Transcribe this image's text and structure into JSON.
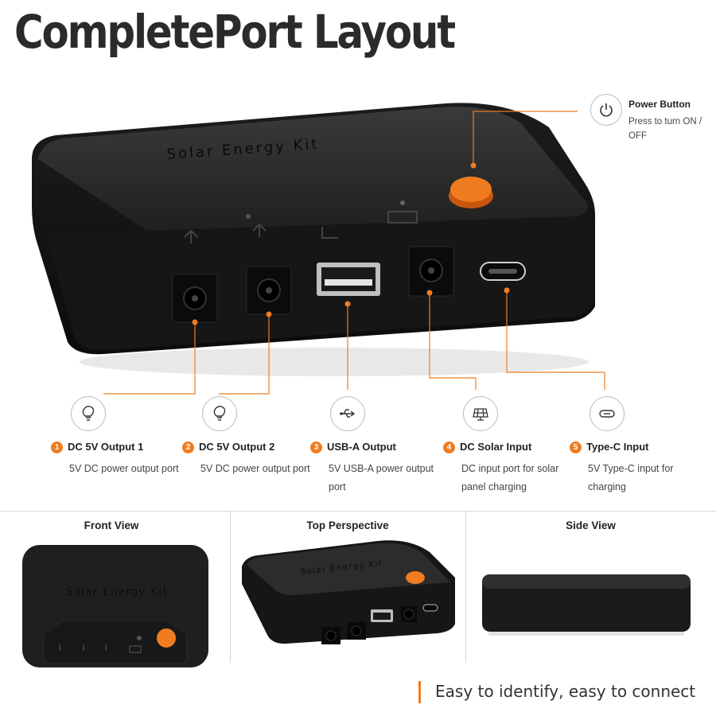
{
  "title": "CompletePort Layout",
  "device_text": "Solar  Energy  Kit",
  "accent_color": "#f07c1f",
  "power_button": {
    "title": "Power Button",
    "desc": "Press to turn ON / OFF",
    "icon": "power-icon"
  },
  "features": [
    {
      "number": "1",
      "title": "DC 5V Output 1",
      "desc": "5V DC power output port",
      "icon": "light-bulb-icon"
    },
    {
      "number": "2",
      "title": "DC 5V Output 2",
      "desc": "5V DC power output port",
      "icon": "light-bulb-icon"
    },
    {
      "number": "3",
      "title": "USB-A Output",
      "desc": "5V USB-A power output port",
      "icon": "usb-icon"
    },
    {
      "number": "4",
      "title": "DC Solar Input",
      "desc": "DC input port for solar panel charging",
      "icon": "solar-panel-icon"
    },
    {
      "number": "5",
      "title": "Type-C Input",
      "desc": "5V Type-C input for charging",
      "icon": "type-c-icon"
    }
  ],
  "views": [
    {
      "title": "Front View"
    },
    {
      "title": "Top Perspective"
    },
    {
      "title": "Side View"
    }
  ],
  "tagline": "Easy to identify, easy to connect"
}
